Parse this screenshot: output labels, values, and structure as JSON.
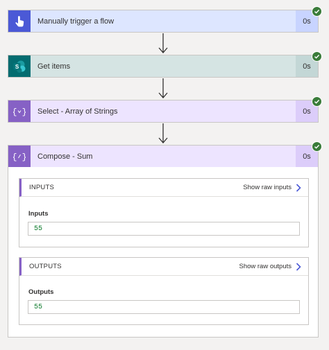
{
  "steps": [
    {
      "title": "Manually trigger a flow",
      "duration": "0s",
      "icon": "touch-icon",
      "bg": "#dde6ff",
      "icon_bg": "#4b59d6",
      "dur_bg": "#c8d4ff"
    },
    {
      "title": "Get items",
      "duration": "0s",
      "icon": "sharepoint-icon",
      "bg": "#d5e4e3",
      "icon_bg": "#036c70",
      "dur_bg": "#c3d7d6"
    },
    {
      "title": "Select - Array of Strings",
      "duration": "0s",
      "icon": "data-operation-icon",
      "bg": "#ede4ff",
      "icon_bg": "#8661c5",
      "dur_bg": "#dccdfa"
    },
    {
      "title": "Compose - Sum",
      "duration": "0s",
      "icon": "data-operation-icon",
      "bg": "#ede4ff",
      "icon_bg": "#8661c5",
      "dur_bg": "#dccdfa"
    }
  ],
  "inputs": {
    "header": "INPUTS",
    "raw_link": "Show raw inputs",
    "field_label": "Inputs",
    "value": "55"
  },
  "outputs": {
    "header": "OUTPUTS",
    "raw_link": "Show raw outputs",
    "field_label": "Outputs",
    "value": "55"
  },
  "colors": {
    "success": "#3a7c3a",
    "accent": "#8661c5",
    "value_text": "#0b7a2a"
  }
}
